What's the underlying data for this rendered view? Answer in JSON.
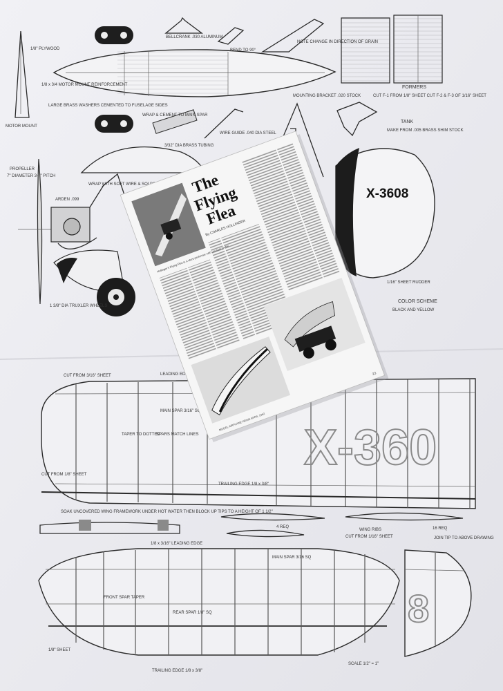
{
  "plan": {
    "reg_number": "X-3608",
    "wing_reg_partial": "X-360",
    "wingtip_digit": "8",
    "labels": {
      "plywood": "1/8\" PLYWOOD",
      "motor_mount": "MOTOR MOUNT",
      "reinforcement": "1/8 x 3/4 MOTOR MOUNT REINFORCEMENT",
      "washers": "LARGE BRASS WASHERS CEMENTED TO FUSELAGE SIDES",
      "bellcrank": "BELLCRANK .030 ALUMINUM",
      "bend": "BEND TO 90°",
      "grain": "NOTE CHANGE IN DIRECTION OF GRAIN",
      "formers": "FORMERS",
      "formers_note": "CUT F-1 FROM 1/8\" SHEET CUT F-2 & F-3 OF 1/16\" SHEET",
      "mounting": "MOUNTING BRACKET .020 STOCK",
      "tank": "TANK",
      "tank_note": "MAKE FROM .005 BRASS SHIM STOCK",
      "wrap": "WRAP & CEMENT TO MAIN SPAR",
      "tubing": "3/32\" DIA BRASS TUBING",
      "wire": "WIRE GUIDE .040 DIA STEEL",
      "propeller": "PROPELLER",
      "prop_size": "7\" DIAMETER 3-3\" PITCH",
      "wrap_soft": "WRAP WITH SOFT WIRE & SOLDER",
      "engine": "ARDEN .099",
      "wheels": "1 3/8\" DIA TRUXLER WHEELS",
      "rudder": "1/16\" SHEET RUDDER",
      "color_title": "COLOR SCHEME",
      "color_text": "BLACK AND YELLOW",
      "cut_316": "CUT FROM 3/16\" SHEET",
      "leading": "LEADING EDGE",
      "main_spar": "MAIN SPAR 3/16\" SQ",
      "taper": "TAPER TO DOTTED",
      "spars_match": "SPARS MATCH LINES",
      "cut_18": "CUT FROM 1/8\" SHEET",
      "trailing": "TRAILING EDGE 1/8 x 3/8\"",
      "soak": "SOAK UNCOVERED WING FRAMEWORK UNDER HOT WATER THEN BLOCK UP TIPS TO A HEIGHT OF 1 1/2\"",
      "leading_lower": "1/8 x 3/16\" LEADING EDGE",
      "front_spar": "FRONT SPAR TAPER",
      "rear_spar": "REAR SPAR 1/8\" SQ",
      "main_spar_lower": "MAIN SPAR 3/16 SQ",
      "sheet_18": "1/8\" SHEET",
      "trailing_lower": "TRAILING EDGE 1/8 x 3/8\"",
      "wing_ribs": "WING RIBS",
      "ribs_note": "CUT FROM 1/16\" SHEET",
      "req4": "4 REQ",
      "req16": "16 REQ",
      "join_tip": "JOIN TIP TO ABOVE DRAWING",
      "scale": "SCALE 1/2\" = 1\""
    }
  },
  "magazine": {
    "title_line1": "The",
    "title_line2": "Flying",
    "title_line3": "Flea",
    "byline": "By CHARLES HOLLINGER",
    "caption": "Hollinger's Flying Flea is a stunt performer with unusual profile.",
    "footer": "MODEL AIRPLANE NEWS  APRIL 1962",
    "page_number": "23"
  }
}
